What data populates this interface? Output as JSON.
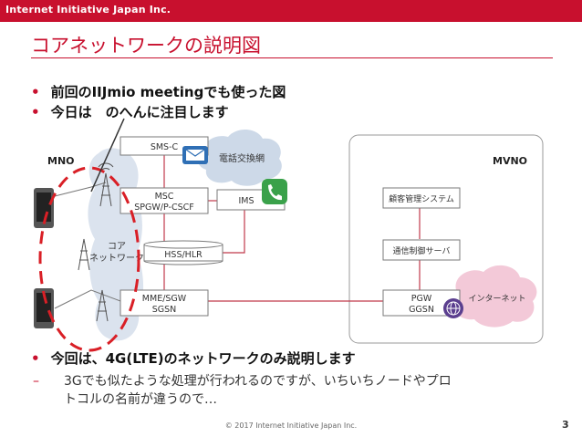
{
  "header": {
    "company": "Internet Initiative Japan Inc."
  },
  "slide": {
    "title": "コアネットワークの説明図",
    "bullets": [
      "前回のIIJmio meetingでも使った図",
      "今日は　のへんに注目します"
    ],
    "bullet2": "今回は、4G(LTE)のネットワークのみ説明します",
    "sub_lines": [
      "3Gでも似たような処理が行われるのですが、いちいちノードやプロ",
      "トコルの名前が違うので…"
    ]
  },
  "diagram": {
    "mno": "MNO",
    "mvno": "MVNO",
    "core_label": [
      "コア",
      "ネットワーク"
    ],
    "phone_net": "電話交換網",
    "internet": "インターネット",
    "nodes": {
      "smsc": "SMS-C",
      "msc": [
        "MSC",
        "SPGW/P-CSCF"
      ],
      "ims": "IMS",
      "hss": "HSS/HLR",
      "mme": [
        "MME/SGW",
        "SGSN"
      ],
      "crm": "顧客管理システム",
      "comm": "通信制御サーバ",
      "pgw": [
        "PGW",
        "GGSN"
      ]
    }
  },
  "footer": {
    "copyright": "© 2017  Internet Initiative Japan Inc.",
    "page": "3"
  },
  "colors": {
    "accent": "#c8102e",
    "core_cloud": "#dbe3ee",
    "phone_cloud": "#cdd9e8",
    "internet_cloud": "#f3c9d8",
    "link": "#c0394b"
  }
}
